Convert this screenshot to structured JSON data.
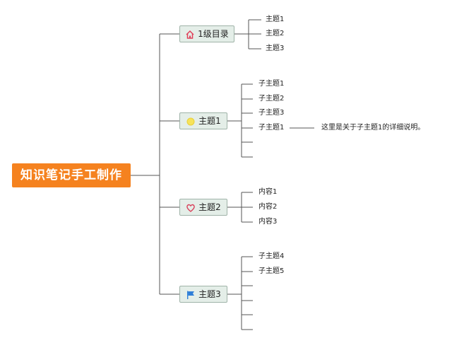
{
  "root": {
    "label": "知识笔记手工制作"
  },
  "branches": [
    {
      "label": "1级目录",
      "icon": "home-icon",
      "children": [
        "主题1",
        "主题2",
        "主题3"
      ]
    },
    {
      "label": "主题1",
      "icon": "sun-icon",
      "children": [
        "子主题1",
        "子主题2",
        "子主题3",
        "子主题1",
        "",
        ""
      ],
      "note": "这里是关于子主题1的详细说明。"
    },
    {
      "label": "主题2",
      "icon": "heart-icon",
      "children": [
        "内容1",
        "内容2",
        "内容3"
      ]
    },
    {
      "label": "主题3",
      "icon": "flag-icon",
      "children": [
        "子主题4",
        "子主题5",
        "",
        "",
        "",
        ""
      ]
    }
  ],
  "colors": {
    "root": "#f5821f",
    "node_bg": "#e4eee8",
    "line": "#555555",
    "home": "#e0405a",
    "sun": "#f6e35a",
    "heart": "#d9405a",
    "flag": "#2f7fd8"
  }
}
